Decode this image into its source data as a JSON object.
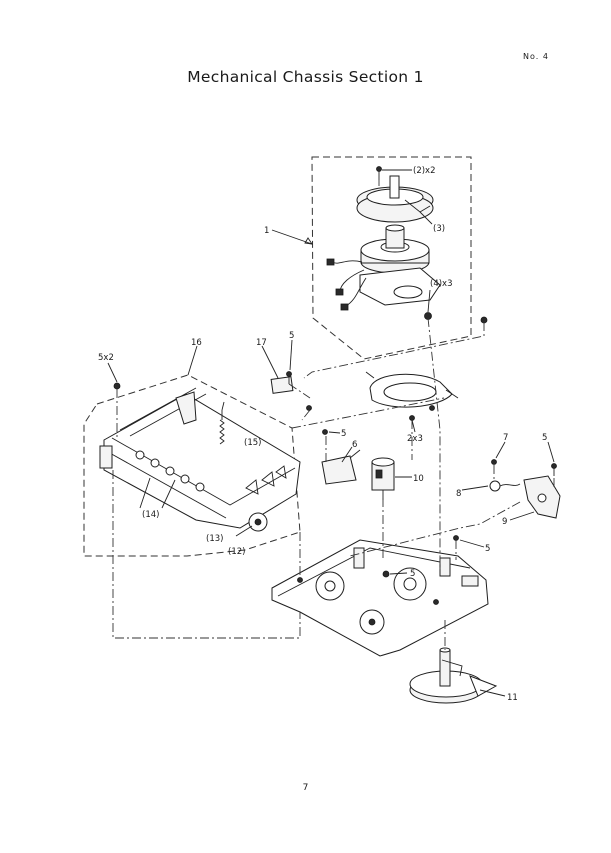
{
  "header": {
    "doc_number": "No. 4",
    "title": "Mechanical Chassis Section 1"
  },
  "footer": {
    "page_number": "7"
  },
  "callouts": {
    "c1": "1",
    "c2x2": "(2)x2",
    "c3": "(3)",
    "c4x3": "(4)x3",
    "c5x2": "5x2",
    "c16": "16",
    "c17": "17",
    "c5a": "5",
    "c5b": "5",
    "c2x3": "2x3",
    "c15": "(15)",
    "c6": "6",
    "c10": "10",
    "c7": "7",
    "c5c": "5",
    "c8": "8",
    "c9": "9",
    "c14": "(14)",
    "c13": "(13)",
    "c12": "(12)",
    "c5d": "5",
    "c5e": "5",
    "c11": "11"
  }
}
